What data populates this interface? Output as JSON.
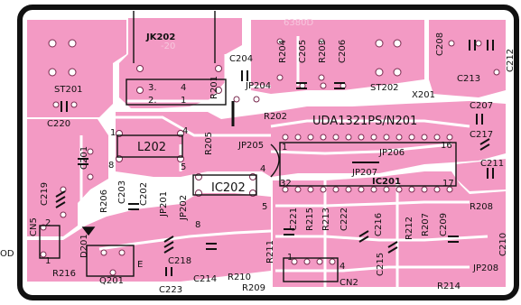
{
  "board": {
    "code": "6380D",
    "code_sub": "-20",
    "ic_main": "UDA1321PS/N201",
    "ic_label": "IC201",
    "outside_left": "OD",
    "colors": {
      "pad": "#f39ac4",
      "outline": "#111111",
      "background": "#ffffff",
      "silk": "#111111"
    }
  },
  "labels": [
    {
      "id": "jk202",
      "text": "JK202"
    },
    {
      "id": "st201",
      "text": "ST201"
    },
    {
      "id": "st202",
      "text": "ST202"
    },
    {
      "id": "c220",
      "text": "C220"
    },
    {
      "id": "c204",
      "text": "C204"
    },
    {
      "id": "r204",
      "text": "R204"
    },
    {
      "id": "c205",
      "text": "C205"
    },
    {
      "id": "r203",
      "text": "R203"
    },
    {
      "id": "c206",
      "text": "C206"
    },
    {
      "id": "c208",
      "text": "C208"
    },
    {
      "id": "c212",
      "text": "C212"
    },
    {
      "id": "c213",
      "text": "C213"
    },
    {
      "id": "x201",
      "text": "X201"
    },
    {
      "id": "jp204",
      "text": "JP204"
    },
    {
      "id": "r201",
      "text": "R201"
    },
    {
      "id": "r202",
      "text": "R202"
    },
    {
      "id": "c207",
      "text": "C207"
    },
    {
      "id": "c217",
      "text": "C217"
    },
    {
      "id": "c211",
      "text": "C211"
    },
    {
      "id": "l202",
      "text": "L202"
    },
    {
      "id": "r205",
      "text": "R205"
    },
    {
      "id": "jp205",
      "text": "JP205"
    },
    {
      "id": "jp206",
      "text": "JP206"
    },
    {
      "id": "jp207",
      "text": "JP207"
    },
    {
      "id": "c201",
      "text": "C201"
    },
    {
      "id": "c203",
      "text": "C203"
    },
    {
      "id": "c202",
      "text": "C202"
    },
    {
      "id": "jp201",
      "text": "JP201"
    },
    {
      "id": "jp202",
      "text": "JP202"
    },
    {
      "id": "ic202",
      "text": "IC202"
    },
    {
      "id": "c219",
      "text": "C219"
    },
    {
      "id": "r206",
      "text": "R206"
    },
    {
      "id": "cn5",
      "text": "CN5"
    },
    {
      "id": "d201",
      "text": "D201"
    },
    {
      "id": "r216",
      "text": "R216"
    },
    {
      "id": "q201",
      "text": "Q201"
    },
    {
      "id": "c218",
      "text": "C218"
    },
    {
      "id": "c223",
      "text": "C223"
    },
    {
      "id": "c214",
      "text": "C214"
    },
    {
      "id": "r210",
      "text": "R210"
    },
    {
      "id": "r209",
      "text": "R209"
    },
    {
      "id": "r211",
      "text": "R211"
    },
    {
      "id": "c221",
      "text": "C221"
    },
    {
      "id": "r215",
      "text": "R215"
    },
    {
      "id": "r213",
      "text": "R213"
    },
    {
      "id": "c222",
      "text": "C222"
    },
    {
      "id": "cn2",
      "text": "CN2"
    },
    {
      "id": "c216",
      "text": "C216"
    },
    {
      "id": "c215",
      "text": "C215"
    },
    {
      "id": "r212",
      "text": "R212"
    },
    {
      "id": "r207",
      "text": "R207"
    },
    {
      "id": "c209",
      "text": "C209"
    },
    {
      "id": "r208",
      "text": "R208"
    },
    {
      "id": "c210",
      "text": "C210"
    },
    {
      "id": "jp208",
      "text": "JP208"
    },
    {
      "id": "r214",
      "text": "R214"
    }
  ],
  "pin_numbers": {
    "jk_3": "3.",
    "jk_4": "4",
    "jk_2": "2.",
    "jk_1": "1",
    "l202_1": "1",
    "l202_4": "4",
    "l202_8": "8",
    "l202_5": "5",
    "ic202_4": "4",
    "ic202_5": "5",
    "ic202_8": "8",
    "ic201_1": "1",
    "ic201_16": "16",
    "ic201_17": "17",
    "ic201_32": "32",
    "cn2_1": "1",
    "cn2_4": "4",
    "cn5_2": "2",
    "cn5_1": "1",
    "q_e": "E"
  }
}
